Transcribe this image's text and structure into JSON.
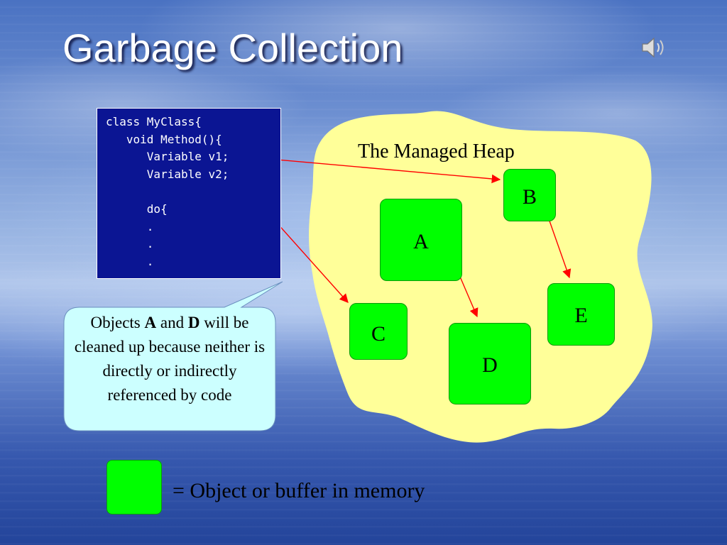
{
  "slide": {
    "title": "Garbage Collection",
    "icons": {
      "sound": "speaker-icon"
    }
  },
  "code": {
    "lines": [
      "class MyClass{",
      "   void Method(){",
      "      Variable v1;",
      "      Variable v2;",
      "",
      "      do{",
      "      .",
      "      .",
      "      ."
    ]
  },
  "heap": {
    "label": "The Managed Heap",
    "objects": {
      "a": "A",
      "b": "B",
      "c": "C",
      "d": "D",
      "e": "E"
    }
  },
  "callout": {
    "parts": [
      "Objects ",
      "A",
      " and ",
      "D",
      " will be cleaned up because neither is directly or indirectly referenced by code"
    ]
  },
  "legend": {
    "text": "= Object or buffer in memory"
  },
  "colors": {
    "object_fill": "#00ff00",
    "heap_fill": "#ffff99",
    "code_bg": "#0b1593",
    "arrow": "#ff0000",
    "callout_fill": "#ccffff"
  }
}
